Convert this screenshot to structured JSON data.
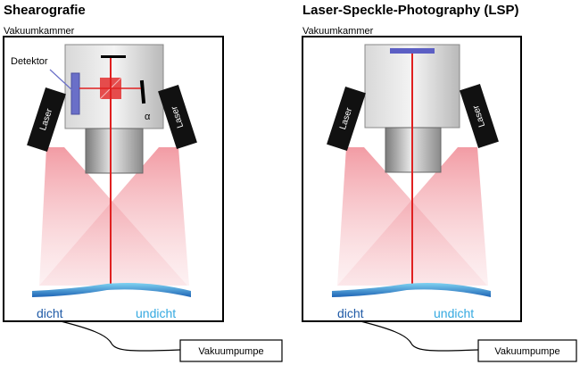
{
  "left": {
    "title": "Shearografie",
    "chamber_label": "Vakuumkammer",
    "detector_label": "Detektor",
    "alpha_label": "α",
    "laser_label": "Laser",
    "dicht_label": "dicht",
    "undicht_label": "undicht",
    "pump_label": "Vakuumpumpe"
  },
  "right": {
    "title": "Laser-Speckle-Photography (LSP)",
    "chamber_label": "Vakuumkammer",
    "laser_label": "Laser",
    "dicht_label": "dicht",
    "undicht_label": "undicht",
    "pump_label": "Vakuumpumpe"
  },
  "colors": {
    "laser_red": "#e02020",
    "dicht_blue": "#1f5aa6",
    "undicht_blue": "#35a9e0",
    "detector_purple": "#6a6fc8",
    "laser_body": "#111111"
  }
}
